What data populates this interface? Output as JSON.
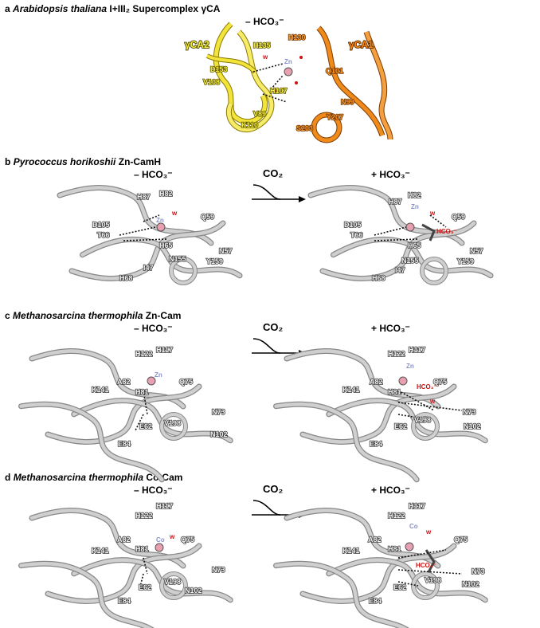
{
  "panel_a": {
    "letter": "a",
    "species": "Arabidopsis thaliana",
    "rest": "I+III₂ Supercomplex γCA",
    "state": "– HCO₃⁻",
    "chain_left": "γCA2",
    "chain_right": "γCA1",
    "residues": [
      "H130",
      "H135",
      "D153",
      "V108",
      "H107",
      "Q101",
      "N99",
      "V89",
      "K110",
      "Y207",
      "S203"
    ],
    "metal": "Zn",
    "water": "w"
  },
  "panel_b": {
    "letter": "b",
    "species": "Pyrococcus horikoshii",
    "rest": "Zn-CamH",
    "left_state": "– HCO₃⁻",
    "right_state": "+ HCO₃⁻",
    "arrow_label": "CO₂",
    "left_residues": [
      "H87",
      "H82",
      "Q59",
      "D105",
      "T66",
      "H65",
      "N57",
      "I47",
      "N155",
      "Y159",
      "H68"
    ],
    "right_residues": [
      "H87",
      "H82",
      "Q59",
      "D105",
      "T66",
      "H65",
      "N57",
      "N155",
      "Y159",
      "I47",
      "H68"
    ],
    "metal": "Zn",
    "ligand": "HCO₃⁻",
    "water": "w"
  },
  "panel_c": {
    "letter": "c",
    "species": "Methanosarcina thermophila",
    "rest": "Zn-Cam",
    "left_state": "– HCO₃⁻",
    "right_state": "+ HCO₃⁻",
    "arrow_label": "CO₂",
    "left_residues": [
      "H122",
      "H117",
      "K141",
      "A82",
      "Q75",
      "H81",
      "N73",
      "V198",
      "E62",
      "N102",
      "E84"
    ],
    "right_residues": [
      "H122",
      "H117",
      "K141",
      "A82",
      "Q75",
      "H81",
      "N73",
      "V198",
      "E62",
      "N102",
      "E84"
    ],
    "metal": "Zn",
    "ligand": "HCO₃⁻",
    "water": "w"
  },
  "panel_d": {
    "letter": "d",
    "species": "Methanosarcina thermophila",
    "rest": "Co-Cam",
    "left_state": "– HCO₃⁻",
    "right_state": "+ HCO₃⁻",
    "arrow_label": "CO₂",
    "left_residues": [
      "H117",
      "H122",
      "A82",
      "Q75",
      "K141",
      "H81",
      "N73",
      "V198",
      "E62",
      "N102",
      "E84"
    ],
    "right_residues": [
      "H117",
      "H122",
      "A82",
      "Q75",
      "K141",
      "H81",
      "N73",
      "V198",
      "E62",
      "N102",
      "E84"
    ],
    "metal": "Co",
    "ligand": "HCO₃⁻",
    "water": "w"
  },
  "colors": {
    "yellow_chain": "#f2e43a",
    "orange_chain": "#f08a1a",
    "grey_chain": "#b9b9b9",
    "water": "#d01010",
    "metal": "#e8a0b0",
    "nitrogen": "#4a6cd8",
    "oxygen": "#d82020"
  }
}
